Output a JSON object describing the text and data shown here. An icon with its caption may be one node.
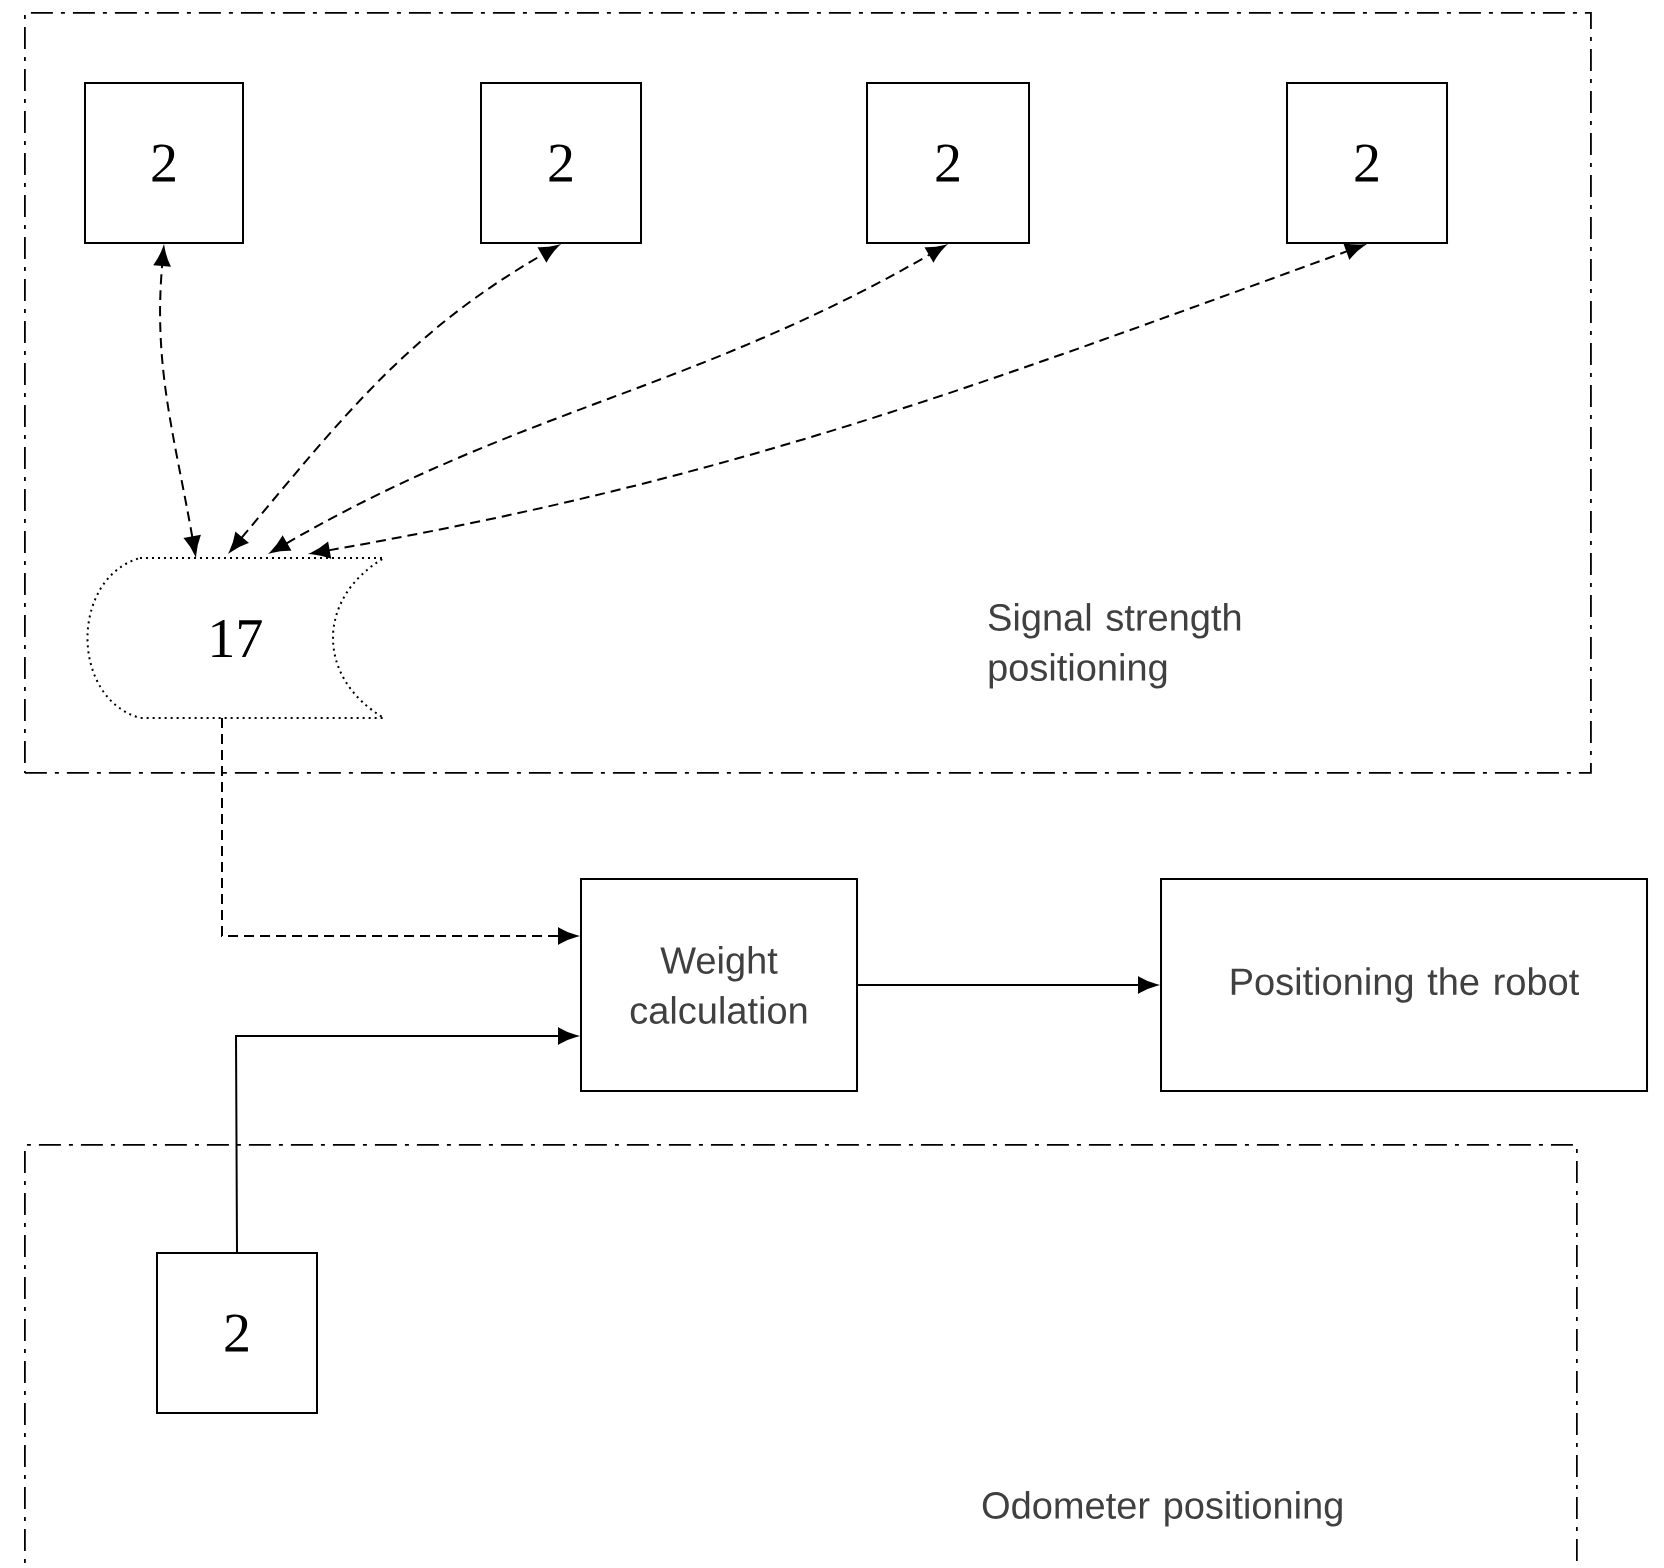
{
  "diagram": {
    "nodes": [
      {
        "text": [
          "Signal strength positioning"
        ]
      },
      {
        "text": [
          "2"
        ],
        "in": 0
      },
      {
        "text": [
          "2"
        ],
        "in": 0
      },
      {
        "text": [
          "2"
        ],
        "in": 0
      },
      {
        "text": [
          "2"
        ],
        "in": 0
      },
      {
        "text": [
          "17"
        ],
        "in": 0
      },
      {
        "text": [
          "Weight calculation"
        ]
      },
      {
        "text": [
          "Positioning the robot"
        ]
      },
      {
        "text": [
          "Odometer positioning"
        ]
      },
      {
        "text": [
          "2"
        ],
        "in": 8
      }
    ],
    "edges": [
      {
        "from": 5,
        "to": 1,
        "arrow": "both",
        "style": "dashed"
      },
      {
        "from": 5,
        "to": 2,
        "arrow": "both",
        "style": "dashed"
      },
      {
        "from": 5,
        "to": 3,
        "arrow": "both",
        "style": "dashed"
      },
      {
        "from": 5,
        "to": 4,
        "arrow": "both",
        "style": "dashed"
      },
      {
        "from": 5,
        "to": 6,
        "arrow": "to",
        "style": "dashed"
      },
      {
        "from": 9,
        "to": 6,
        "arrow": "to"
      },
      {
        "from": 6,
        "to": 7,
        "arrow": "to"
      }
    ]
  }
}
